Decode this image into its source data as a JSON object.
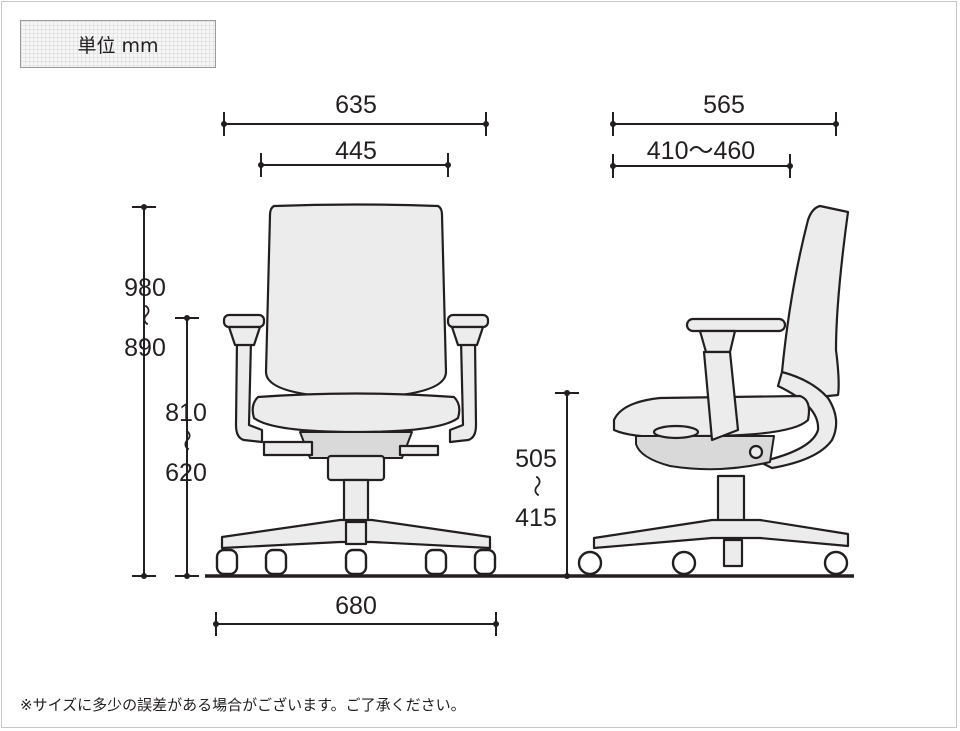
{
  "unit_label": "単位 mm",
  "front_view": {
    "overall_width": "635",
    "seat_width": "445",
    "height_max": "980",
    "height_min": "890",
    "arm_height_max": "810",
    "arm_height_min": "620",
    "base_width": "680",
    "range_mark": "〜"
  },
  "side_view": {
    "overall_depth": "565",
    "seat_depth": "410〜460",
    "seat_height_max": "505",
    "seat_height_min": "415",
    "range_mark": "〜"
  },
  "note": "※サイズに多少の誤差がある場合がございます。ご了承ください。"
}
